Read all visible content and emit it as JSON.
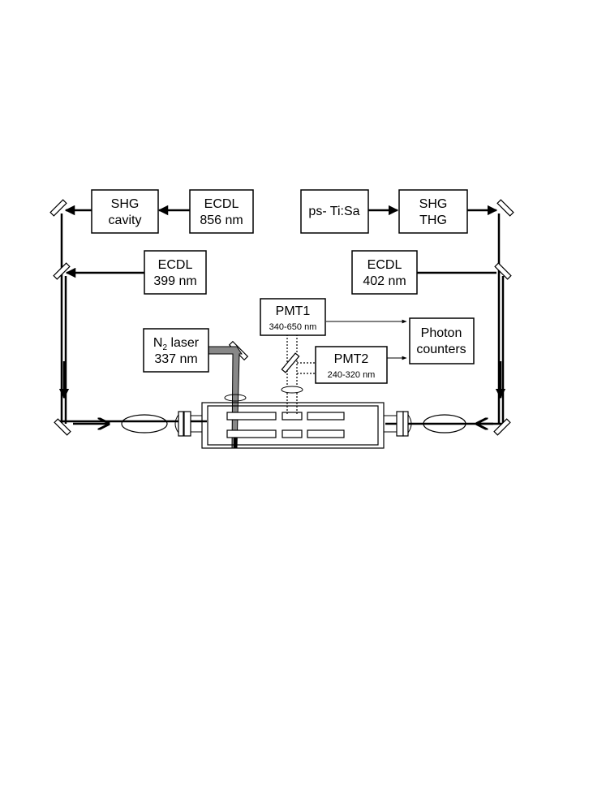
{
  "boxes": {
    "shg_cavity": [
      "SHG",
      "cavity"
    ],
    "ecdl_856": [
      "ECDL",
      "856 nm"
    ],
    "ti_sa": "ps- Ti:Sa",
    "shg_thg": [
      "SHG",
      "THG"
    ],
    "ecdl_399": [
      "ECDL",
      "399 nm"
    ],
    "ecdl_402": [
      "ECDL",
      "402 nm"
    ],
    "pmt1": {
      "title": "PMT1",
      "range": "340-650 nm"
    },
    "pmt2": {
      "title": "PMT2",
      "range": "240-320 nm"
    },
    "photon_counters": [
      "Photon",
      "counters"
    ],
    "n2_laser": {
      "name": "N",
      "subscript": "2",
      "suffix": " laser",
      "wavelength": "337 nm"
    }
  }
}
